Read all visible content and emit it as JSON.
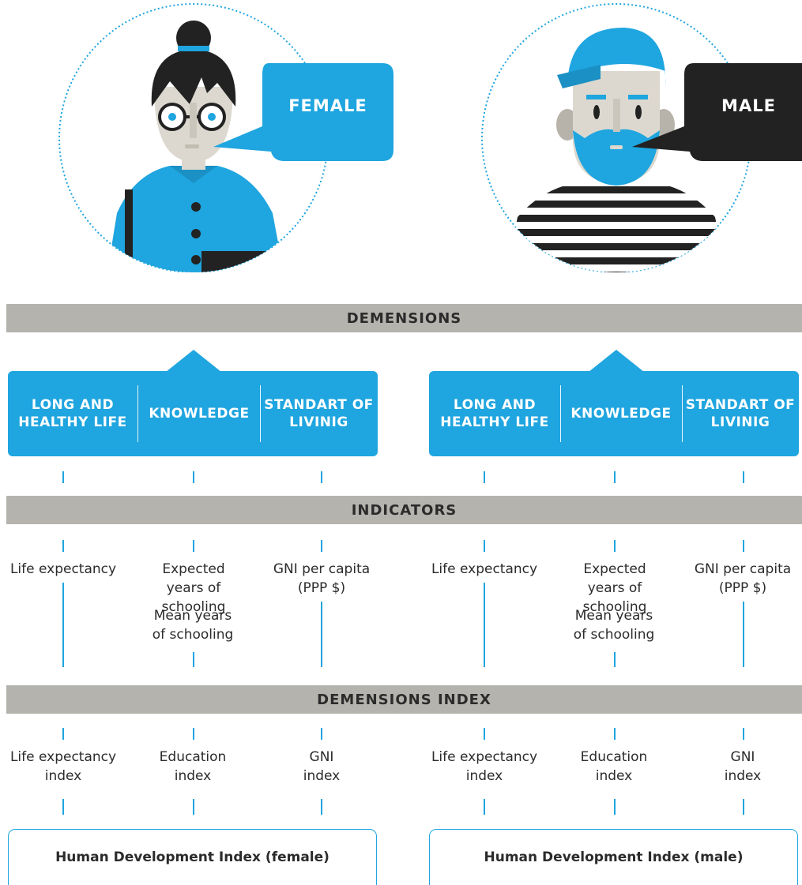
{
  "speech": {
    "female": "FEMALE",
    "male": "MALE"
  },
  "sections": {
    "dimensions": "DEMENSIONS",
    "indicators": "INDICATORS",
    "dimensions_index": "DEMENSIONS INDEX"
  },
  "panels": {
    "female": [
      "LONG AND HEALTHY LIFE",
      "KNOWLEDGE",
      "STANDART OF LIVINIG"
    ],
    "male": [
      "LONG AND HEALTHY LIFE",
      "KNOWLEDGE",
      "STANDART OF LIVINIG"
    ]
  },
  "indicators": {
    "life": "Life expectancy",
    "expected": "Expected years of schooling",
    "mean": "Mean years of schooling",
    "gni": "GNI per capita (PPP $)"
  },
  "indices": {
    "life": "Life expectancy index",
    "education": "Education index",
    "gni": "GNI index"
  },
  "hdi": {
    "female": "Human Development Index (female)",
    "male": "Human Development Index (male)"
  },
  "colors": {
    "accent": "#1fa5df",
    "band": "#b5b3ad",
    "dark": "#222222",
    "skin": "#dcd8cf"
  }
}
